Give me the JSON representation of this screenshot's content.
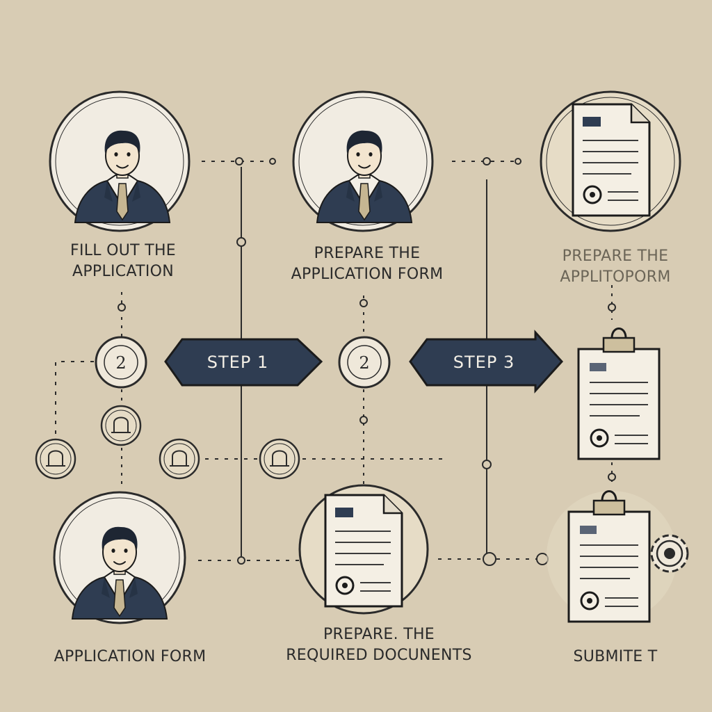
{
  "diagram": {
    "colors": {
      "background": "#d8ccb4",
      "circle_fill": "#f1ece2",
      "line": "#2b2b2b",
      "suit": "#2f3d52",
      "arrow": "#2f3d52",
      "paper": "#f4efe4"
    },
    "labels": {
      "fill_out_line1": "FILL OUT THE",
      "fill_out_line2": "APPLICATION",
      "prepare_form_line1": "PREPARE THE",
      "prepare_form_line2": "APPLICATION FORM",
      "prepare_right_line1": "PREPARE THE",
      "prepare_right_line2": "APPLITOPORM",
      "application_form": "APPLICATION FORM",
      "prepare_docs_line1": "PREPARE. THE",
      "prepare_docs_line2": "REQUIRED DOCUNENTS",
      "submit": "SUBMITE T"
    },
    "steps": {
      "step1": "STEP 1",
      "step3": "STEP 3"
    },
    "badges": {
      "left": "2",
      "middle": "2"
    },
    "icons": [
      "person-icon",
      "document-icon",
      "clipboard-icon",
      "gear-icon",
      "padlock-icon"
    ]
  }
}
